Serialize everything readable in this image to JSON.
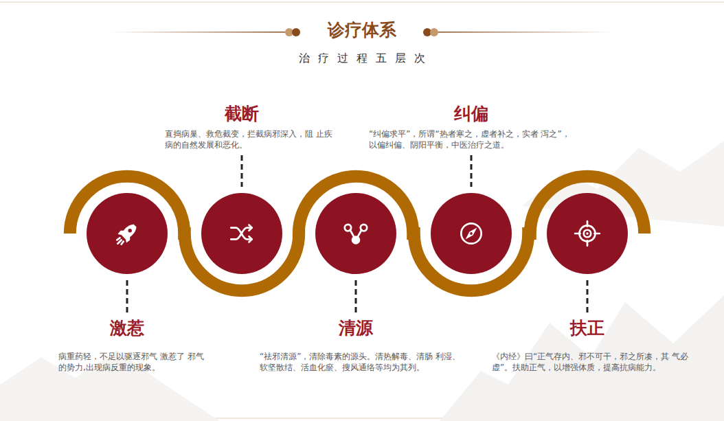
{
  "diagram": {
    "title": "诊疗体系",
    "nodes": [
      {
        "text": [
          "激惹",
          "病重药轻，不足以驱逐邪气 激惹了 邪气的势力,出现病反重的现象。"
        ]
      },
      {
        "text": [
          "截断",
          "直捣病巢、救危截变，拦截病邪深入，阻 止疾病的自然发展和恶化。"
        ]
      },
      {
        "text": [
          "清源",
          "“祛邪清源”，清除毒素的源头。清热解毒、清肠 利湿、软坚散结、活血化瘀、搜风通络等均为其列。"
        ]
      },
      {
        "text": [
          "纠偏",
          "“纠偏求平”，所谓“热者寒之，虚者补之，实者 泻之”，以偏纠偏、阴阳平衡，中医治疗之道。"
        ]
      },
      {
        "text": [
          "扶正",
          "《内经》曰“正气存内、邪不可干，邪之所凑，其 气必虚”。扶助正气，以增强体质，提高抗病能力。"
        ]
      }
    ],
    "edges": [
      {
        "from": 0,
        "to": 1,
        "arrow": "none"
      },
      {
        "from": 1,
        "to": 2,
        "arrow": "none"
      },
      {
        "from": 2,
        "to": 3,
        "arrow": "none"
      },
      {
        "from": 3,
        "to": 4,
        "arrow": "none"
      }
    ],
    "labels": [
      "治疗过程五层次"
    ]
  }
}
